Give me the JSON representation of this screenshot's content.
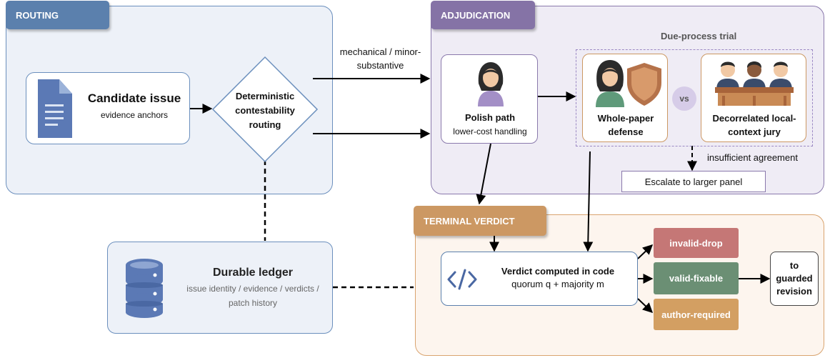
{
  "colors": {
    "routing": "#5b80ad",
    "adjudication": "#8573a6",
    "terminal": "#cc9863",
    "invalid_drop": "#c57776",
    "valid_fixable": "#6b8f74",
    "author_required": "#d39f62",
    "trial_dash": "#9b88c4"
  },
  "routing": {
    "tag": "ROUTING",
    "candidate": {
      "title": "Candidate issue",
      "subtitle": "evidence anchors",
      "icon": "document-icon"
    },
    "decision": {
      "lines": [
        "Deterministic",
        "contestability",
        "routing"
      ]
    }
  },
  "edges": {
    "mechanical": [
      "mechanical / minor-",
      "substantive"
    ],
    "insufficient": "insufficient agreement"
  },
  "adjudication": {
    "tag": "ADJUDICATION",
    "polish": {
      "title": "Polish path",
      "subtitle": "lower-cost handling",
      "icon": "person-icon"
    },
    "trial": {
      "title": "Due-process trial",
      "defense": {
        "lines": [
          "Whole-paper",
          "defense"
        ],
        "icon": "defender-shield-icon"
      },
      "vs": "vs",
      "jury": {
        "lines": [
          "Decorrelated local-",
          "context jury"
        ],
        "icon": "jury-icon"
      }
    },
    "escalate": "Escalate to larger panel"
  },
  "ledger": {
    "title": "Durable ledger",
    "lines": [
      "issue identity / evidence / verdicts /",
      "patch history"
    ],
    "icon": "database-icon"
  },
  "terminal": {
    "tag": "TERMINAL VERDICT",
    "verdict": {
      "title": "Verdict computed in code",
      "subtitle": "quorum q + majority m",
      "icon": "code-icon"
    },
    "outcomes": [
      "invalid-drop",
      "valid-fixable",
      "author-required"
    ],
    "revision": [
      "to",
      "guarded",
      "revision"
    ]
  }
}
